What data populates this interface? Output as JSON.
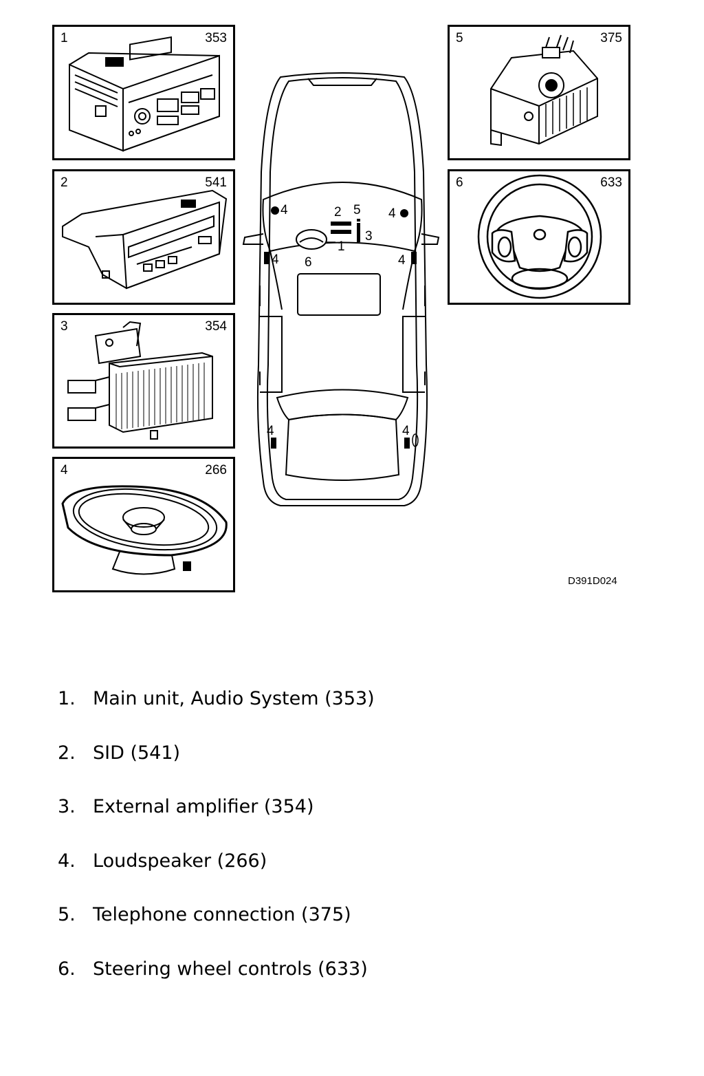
{
  "panels": [
    {
      "number": "1",
      "code": "353"
    },
    {
      "number": "2",
      "code": "541"
    },
    {
      "number": "3",
      "code": "354"
    },
    {
      "number": "4",
      "code": "266"
    },
    {
      "number": "5",
      "code": "375"
    },
    {
      "number": "6",
      "code": "633"
    }
  ],
  "car_labels": {
    "steering": "6",
    "main_unit": "1",
    "sid": "2",
    "telephone": "5",
    "amplifier": "3",
    "speaker_front_left_top": "4",
    "speaker_front_right_top": "4",
    "speaker_front_left_door": "4",
    "speaker_front_right_door": "4",
    "speaker_rear_left": "4",
    "speaker_rear_right": "4"
  },
  "figure_code": "D391D024",
  "legend": [
    {
      "num": "1.",
      "text": "Main unit, Audio System (353)"
    },
    {
      "num": "2.",
      "text": "SID (541)"
    },
    {
      "num": "3.",
      "text": "External amplifier (354)"
    },
    {
      "num": "4.",
      "text": "Loudspeaker (266)"
    },
    {
      "num": "5.",
      "text": "Telephone connection (375)"
    },
    {
      "num": "6.",
      "text": "Steering wheel controls (633)"
    }
  ]
}
